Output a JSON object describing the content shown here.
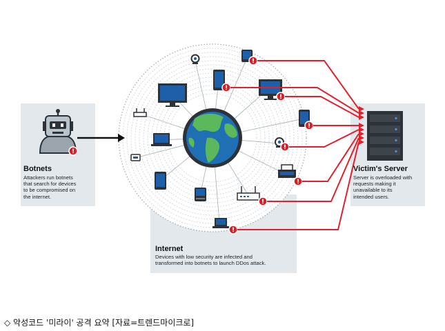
{
  "botnets": {
    "title": "Botnets",
    "description": "Attackers run botnets\nthat search for devices\nto be compromised on\nthe internet."
  },
  "internet": {
    "title": "Internet",
    "description": "Devices with low security are infected and\ntransformed into botnets to launch DDos attack."
  },
  "victim": {
    "title": "Victim's Server",
    "description": "Server is overloaded with\nrequests making it\nunavailable to its\nintended users."
  },
  "caption": "◇ 악성코드 '미라이' 공격 요약 [자료=트렌드마이크로]",
  "colors": {
    "panel": "#e2e8ec",
    "attack_line": "#e0202a",
    "globe_ocean": "#1f6fb5",
    "globe_land": "#5cb85c",
    "device_blue": "#1d5fa8",
    "server_dark": "#2d3138",
    "warning_badge": "#d81f26"
  },
  "icons": [
    "attacker-robot-icon",
    "globe-icon",
    "server-icon",
    "monitor-icon",
    "phone-icon",
    "tablet-icon",
    "router-icon",
    "webcam-icon",
    "laptop-icon",
    "printer-icon",
    "hard-drive-icon",
    "warning-icon"
  ]
}
